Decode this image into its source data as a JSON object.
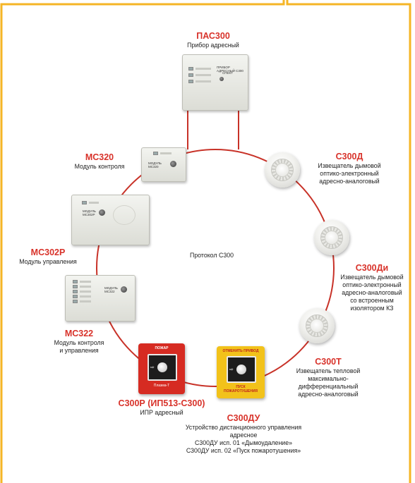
{
  "colors": {
    "frame": "#f5b525",
    "line": "#c83228",
    "accent": "#d8322a",
    "callpoint_red": "#d62b22",
    "callpoint_yellow": "#f2c21a"
  },
  "diagram": {
    "protocol_label": "Протокол С300"
  },
  "devices": {
    "pac300": {
      "name": "ПАС300",
      "desc": [
        "Прибор адресный"
      ],
      "panel_text": "ПРИБОР АДРЕСНЫЙ С300",
      "brand": "СПЕКТ"
    },
    "s300d": {
      "name": "С300Д",
      "desc": [
        "Извещатель дымовой",
        "оптико-электронный",
        "адресно-аналоговый"
      ]
    },
    "s300di": {
      "name": "С300Ди",
      "desc": [
        "Извещатель дымовой",
        "оптико-электронный",
        "адресно-аналоговый",
        "со встроенным",
        "изолятором КЗ"
      ]
    },
    "s300t": {
      "name": "С300Т",
      "desc": [
        "Извещатель тепловой",
        "максимально-",
        "дифференциальный",
        "адресно-аналоговый"
      ]
    },
    "s300du": {
      "name": "С300ДУ",
      "desc": [
        "Устройство дистанционного управления",
        "адресное",
        "С300ДУ исп. 01 «Дымоудаление»",
        "С300ДУ исп. 02 «Пуск пожаротушения»"
      ],
      "strip_top": "ОТМЕНИТЬ ПРИВОД",
      "strip_bottom": "ПУСК ПОЖАРОТУШЕНИЯ"
    },
    "s300r": {
      "name": "С300Р (ИП513-С300)",
      "desc": [
        "ИПР адресный"
      ],
      "strip_top": "ПОЖАР",
      "logo": "Плазма-Т"
    },
    "ms322": {
      "name": "МС322",
      "desc": [
        "Модуль контроля",
        "и управления"
      ],
      "panel_text": "МОДУЛЬ МС322"
    },
    "ms302r": {
      "name": "МС302Р",
      "desc": [
        "Модуль управления"
      ],
      "panel_text": "МОДУЛЬ МС302Р"
    },
    "ms320": {
      "name": "МС320",
      "desc": [
        "Модуль контроля"
      ],
      "panel_text": "МОДУЛЬ МС320"
    }
  }
}
